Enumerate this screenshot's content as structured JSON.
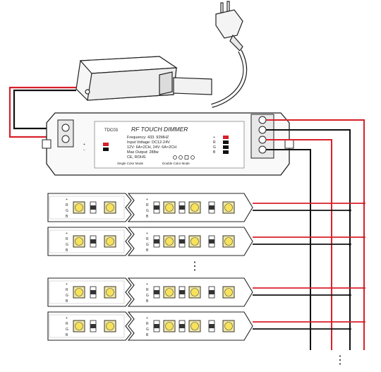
{
  "controller": {
    "model": "TDC03",
    "title": "RF TOUCH DIMMER",
    "specs": [
      "Frequency: 433. 92MHZ",
      "Input Voltage: DC12-24V",
      "12V: 6A×2CH, 24V: 6A×2CH",
      "Max Output: 288w",
      "CE, ROHS"
    ],
    "left_terminals": [
      "+",
      "−"
    ],
    "right_terminals": [
      "+",
      "R",
      "G",
      "B"
    ],
    "mode_single": "Single Color Mode",
    "mode_double": "Double Color Mode"
  },
  "strip_pads": [
    "+",
    "R",
    "G",
    "B"
  ],
  "ellipsis": "⋮",
  "colors": {
    "outline": "#222222",
    "red_wire": "#d8202a",
    "black_wire": "#111111",
    "body": "#ffffff",
    "panel_fill": "#eeeeee"
  },
  "icons": [
    "power-plug-icon",
    "power-adapter-icon",
    "certification-marks-icon",
    "led-chip-icon"
  ]
}
